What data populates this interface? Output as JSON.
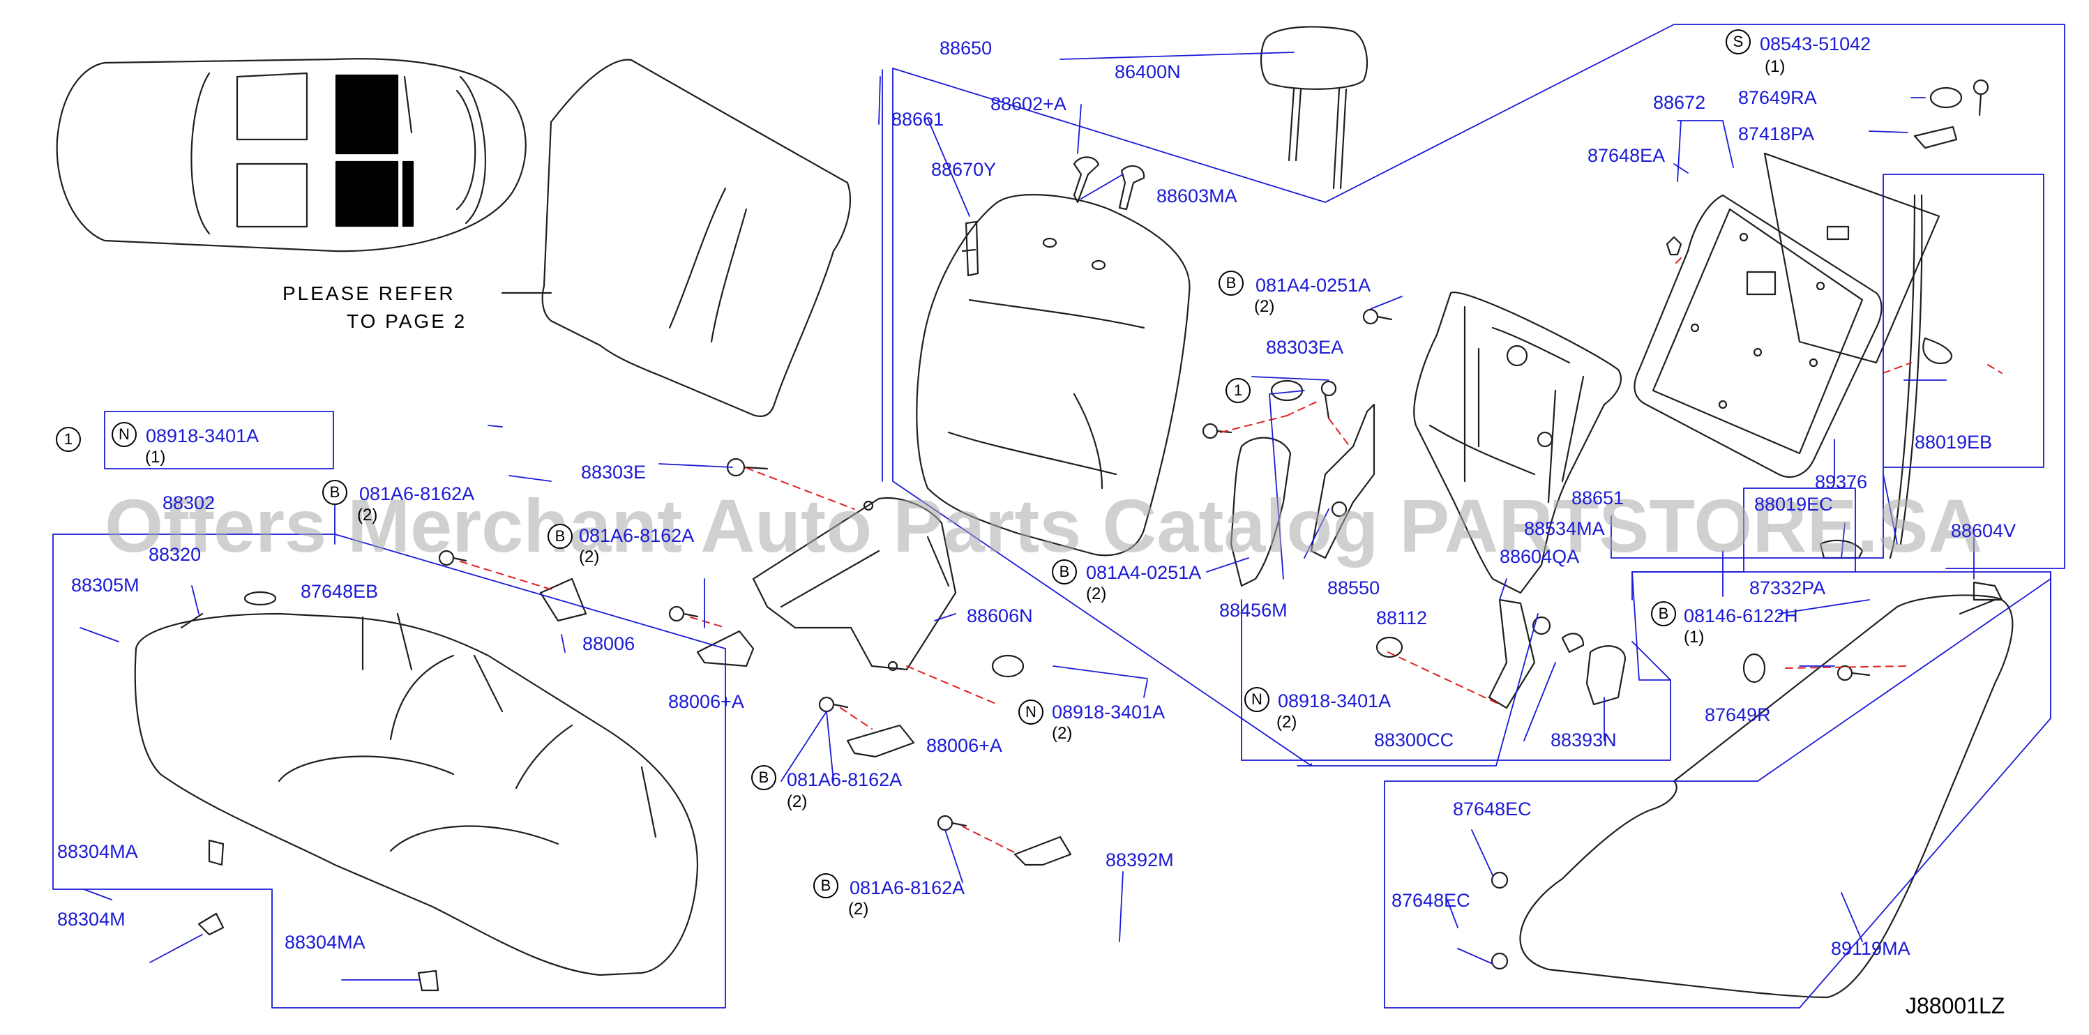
{
  "diagram_code": "J88001LZ",
  "note_line1": "PLEASE   REFER",
  "note_line2": "TO   PAGE   2",
  "watermark": "Offers Merchant Auto Parts Catalog PARTSTORE.SA",
  "parts": {
    "p88650": "88650",
    "p86400N": "86400N",
    "p88661": "88661",
    "p88602A": "88602+A",
    "p88670Y": "88670Y",
    "p88603MA": "88603MA",
    "p08543": "08543-51042",
    "p88672": "88672",
    "p87649RA": "87649RA",
    "p87418PA": "87418PA",
    "p87648EA": "87648EA",
    "p081A4a": "081A4-0251A",
    "p88303EA": "88303EA",
    "p08918a": "08918-3401A",
    "p081A6a": "081A6-8162A",
    "p88303E": "88303E",
    "p88302": "88302",
    "p88320": "88320",
    "p88305M": "88305M",
    "p87648EB": "87648EB",
    "p081A6b": "081A6-8162A",
    "p88006": "88006",
    "p88606N": "88606N",
    "p88006A1": "88006+A",
    "p081A4b": "081A4-0251A",
    "p88456M": "88456M",
    "p88550": "88550",
    "p88651": "88651",
    "p88019EB": "88019EB",
    "p89376": "89376",
    "p88019EC": "88019EC",
    "p88534MA": "88534MA",
    "p88604V": "88604V",
    "p88604QA": "88604QA",
    "p88112": "88112",
    "p87332PA": "87332PA",
    "p08146": "08146-6122H",
    "p08918b": "08918-3401A",
    "p08918c": "08918-3401A",
    "p88006A2": "88006+A",
    "p081A6c": "081A6-8162A",
    "p88300CC": "88300CC",
    "p88393N": "88393N",
    "p87649R": "87649R",
    "p88392M": "88392M",
    "p081A6d": "081A6-8162A",
    "p88304MA1": "88304MA",
    "p88304M": "88304M",
    "p88304MA2": "88304MA",
    "p87648EC1": "87648EC",
    "p87648EC2": "87648EC",
    "p89119MA": "89119MA"
  },
  "qty": {
    "q08543": "(1)",
    "q081A4a": "(2)",
    "q08918a": "(1)",
    "q081A6a": "(2)",
    "q081A6b": "(2)",
    "q081A4b": "(2)",
    "q08146": "(1)",
    "q08918b": "(2)",
    "q08918c": "(2)",
    "q081A6c": "(2)",
    "q081A6d": "(2)"
  },
  "badges": {
    "b1": "S",
    "b2": "B",
    "b3": "1",
    "b4": "1",
    "b5": "N",
    "b6": "B",
    "b7": "B",
    "b8": "B",
    "b9": "B",
    "b10": "N",
    "b11": "N",
    "b12": "B",
    "b13": "B"
  }
}
